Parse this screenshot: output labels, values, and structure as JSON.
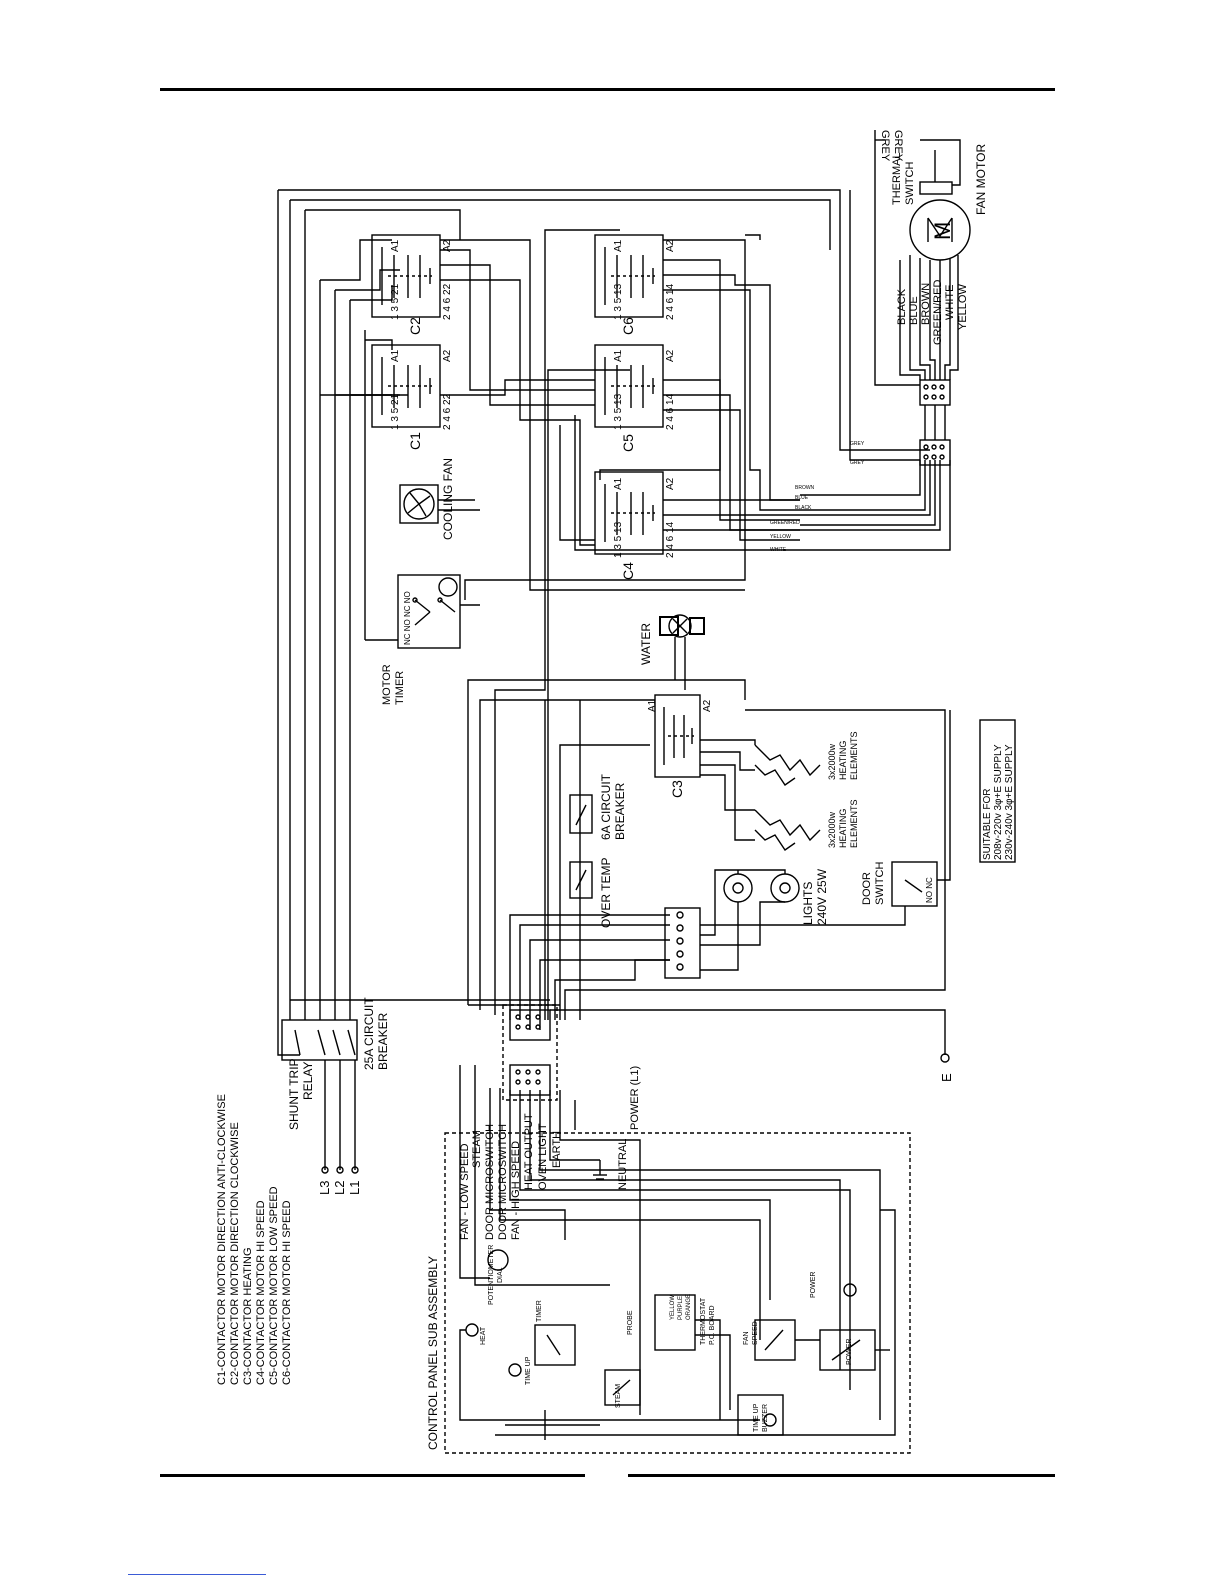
{
  "contactors": {
    "c1": "C1",
    "c2": "C2",
    "c3": "C3",
    "c4": "C4",
    "c5": "C5",
    "c6": "C6",
    "pins_top": "1  3  5  21",
    "pins_top13": "1  3  5  13",
    "pins_bottom": "2  4  6  22",
    "pins_bottom14": "2  4  6  14",
    "a1": "A1",
    "a2": "A2"
  },
  "labels": {
    "fan_motor": "FAN MOTOR",
    "thermal_switch": [
      "THERMAL",
      "SWITCH"
    ],
    "grey1": "GREY",
    "grey2": "GREY",
    "motor_wires": [
      "BLACK",
      "BLUE",
      "BROWN",
      "GREEN/RED",
      "WHITE",
      "YELLOW"
    ],
    "cooling_fan": "COOLING FAN",
    "motor_timer": [
      "MOTOR",
      "TIMER"
    ],
    "timer_contacts": "NC NO NC NO",
    "water": "WATER",
    "heating_elements_1": [
      "3x2000w",
      "HEATING",
      "ELEMENTS"
    ],
    "heating_elements_2": [
      "3x2000w",
      "HEATING",
      "ELEMENTS"
    ],
    "circuit_breaker_6a": [
      "6A CIRCUIT",
      "BREAKER"
    ],
    "over_temp": "OVER TEMP",
    "lights": [
      "LIGHTS",
      "240V 25W"
    ],
    "door_switch": [
      "DOOR",
      "SWITCH"
    ],
    "door_switch_contacts": "NO NC",
    "circuit_breaker_25a": [
      "25A CIRCUIT",
      "BREAKER"
    ],
    "shunt_trip": [
      "SHUNT TRIP",
      "RELAY"
    ],
    "earth_terminal": "E",
    "phases": [
      "L3",
      "L2",
      "L1"
    ],
    "motor_m": "M"
  },
  "supply_box": {
    "lines": [
      "SUITABLE FOR",
      "208v-220v 3φ+E SUPPLY",
      "230v-240v 3φ+E SUPPLY"
    ]
  },
  "legend": [
    "C1-CONTACTOR MOTOR DIRECTION ANTI-CLOCKWISE",
    "C2-CONTACTOR MOTOR DIRECTION CLOCKWISE",
    "C3-CONTACTOR HEATING",
    "C4-CONTACTOR MOTOR HI SPEED",
    "C5-CONTACTOR MOTOR LOW SPEED",
    "C6-CONTACTOR MOTOR HI SPEED"
  ],
  "control_panel": {
    "title": "CONTROL PANEL SUB ASSEMBLY",
    "wires": [
      "FAN - LOW SPEED",
      "STEAM",
      "DOOR MICROSWITCH",
      "DOOR MICROSWITCH",
      "FAN - HIGH SPEED",
      "HEAT OUTPUT",
      "OVEN LIGHT",
      "EARTH",
      "NEUTRAL",
      "POWER (L1)"
    ],
    "components": {
      "heat": "HEAT",
      "potentiometer": [
        "POTENTIOMETER",
        "DIAL"
      ],
      "time_up": "TIME UP",
      "timer": "TIMER",
      "steam": "STEAM",
      "probe": "PROBE",
      "thermostat": [
        "THERMOSTAT",
        "P.C. BOARD"
      ],
      "thermostat_wires": [
        "YELLOW",
        "PURPLE",
        "ORANGE"
      ],
      "fan_speed": [
        "FAN",
        "SPEED"
      ],
      "power_switch": "POWER",
      "power_lamp": "POWER",
      "buzzer": [
        "TIME UP",
        "BUZZER"
      ]
    }
  },
  "small_wire_tags": [
    "BROWN",
    "BLUE",
    "BLACK",
    "GREEN/RED",
    "YELLOW",
    "WHITE",
    "GREY",
    "GREY"
  ]
}
